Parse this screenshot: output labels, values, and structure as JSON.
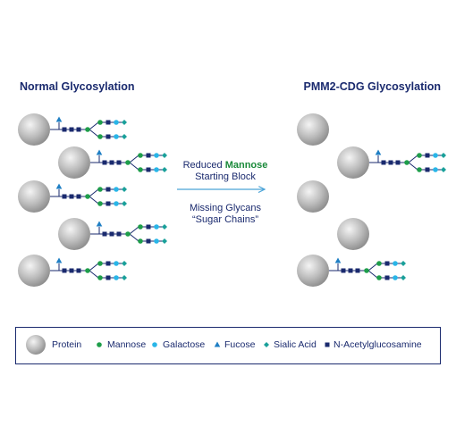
{
  "left_title": "Normal Glycosylation",
  "right_title": "PMM2-CDG Glycosylation",
  "center": {
    "line1a": "Reduced ",
    "line1b": "Mannose",
    "line2": "Starting Block",
    "line3": "Missing Glycans",
    "line4": "“Sugar Chains”"
  },
  "legend": {
    "protein": "Protein",
    "mannose": "Mannose",
    "galactose": "Galactose",
    "fucose": "Fucose",
    "sialic": "Sialic Acid",
    "glcnac": "N-Acetylglucosamine"
  },
  "colors": {
    "text": "#1a2a6e",
    "mannose": "#1e9e4a",
    "galactose": "#29b6e8",
    "fucose": "#1f7fc4",
    "sialic": "#1aa09a",
    "glcnac": "#1a2a6e",
    "arrow": "#4aa3d8"
  }
}
